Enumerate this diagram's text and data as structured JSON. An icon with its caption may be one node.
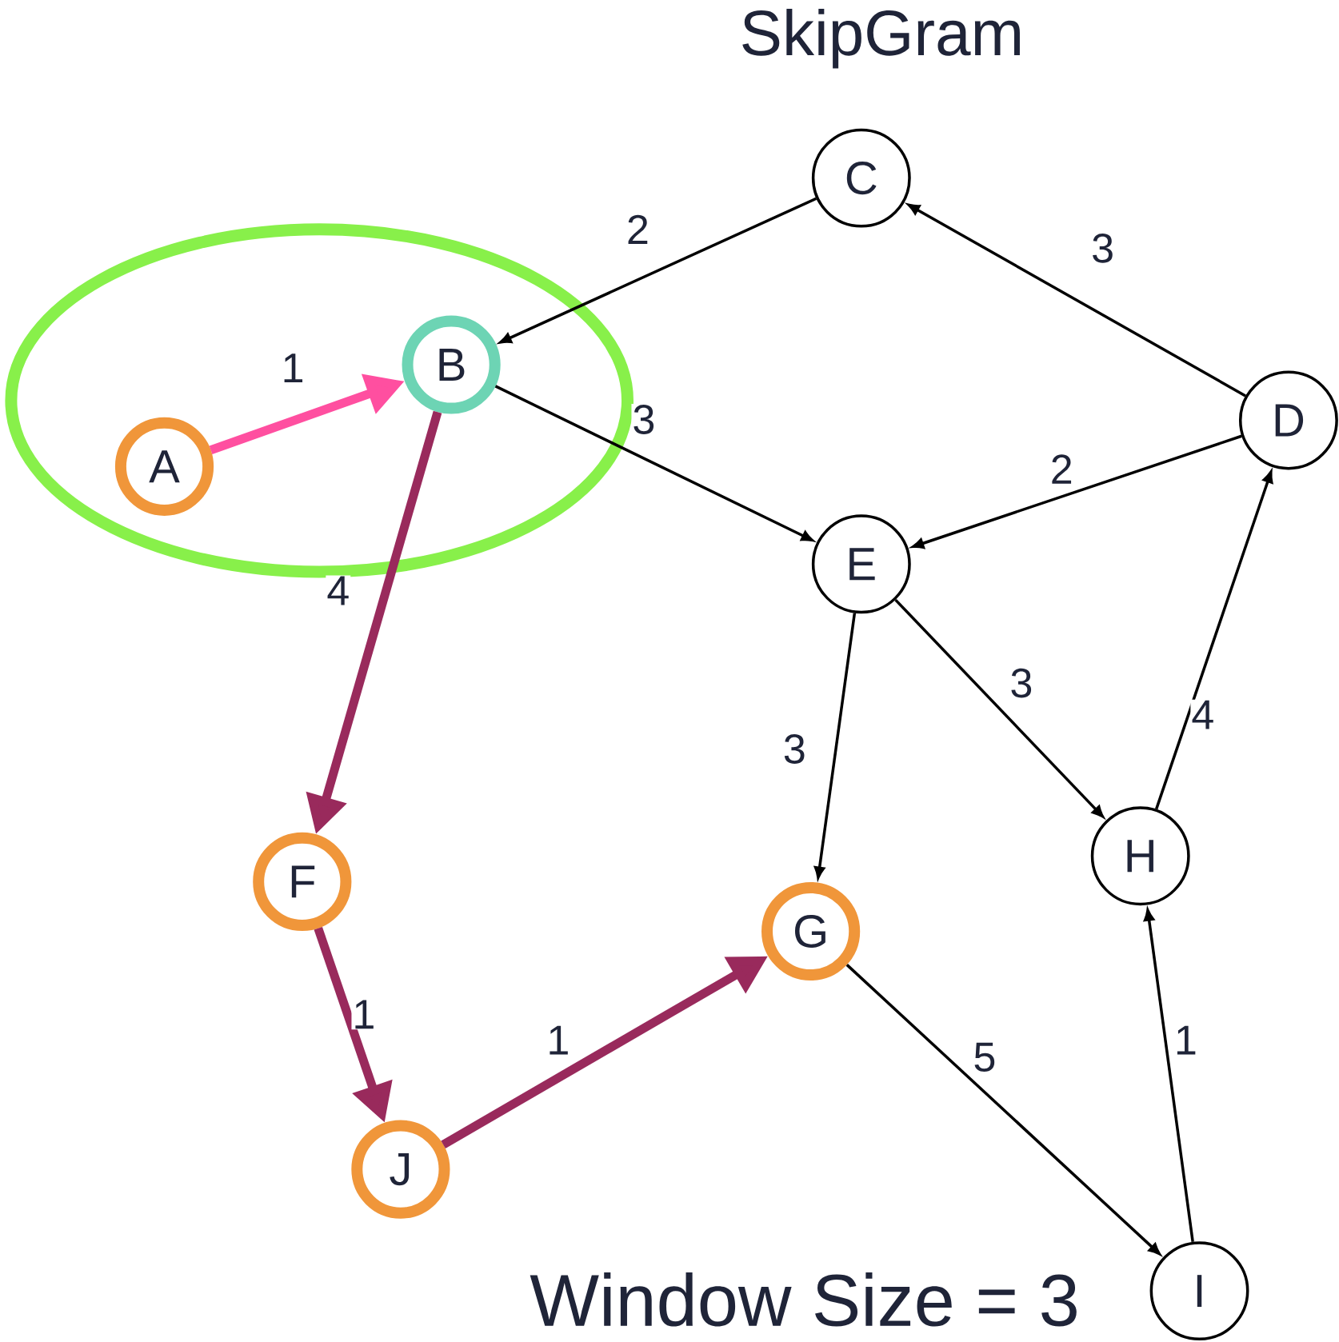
{
  "diagram": {
    "title": "SkipGram",
    "nodes": [
      {
        "text": [
          "A"
        ]
      },
      {
        "text": [
          "B"
        ]
      },
      {
        "text": [
          "C"
        ]
      },
      {
        "text": [
          "D"
        ]
      },
      {
        "text": [
          "E"
        ]
      },
      {
        "text": [
          "F"
        ]
      },
      {
        "text": [
          "G"
        ]
      },
      {
        "text": [
          "H"
        ]
      },
      {
        "text": [
          "I"
        ]
      },
      {
        "text": [
          "J"
        ]
      }
    ],
    "edges": [
      {
        "from": 0,
        "to": 1,
        "arrow": "to",
        "label": "1",
        "style": "thick",
        "color": "#ff4fa0"
      },
      {
        "from": 1,
        "to": 5,
        "arrow": "to",
        "label": "4",
        "style": "thick",
        "color": "#992a5c"
      },
      {
        "from": 5,
        "to": 9,
        "arrow": "to",
        "label": "1",
        "style": "thick",
        "color": "#992a5c"
      },
      {
        "from": 9,
        "to": 6,
        "arrow": "to",
        "label": "1",
        "style": "thick",
        "color": "#992a5c"
      },
      {
        "from": 2,
        "to": 1,
        "arrow": "to",
        "label": "2"
      },
      {
        "from": 3,
        "to": 2,
        "arrow": "to",
        "label": "3"
      },
      {
        "from": 1,
        "to": 4,
        "arrow": "to",
        "label": "3"
      },
      {
        "from": 3,
        "to": 4,
        "arrow": "to",
        "label": "2"
      },
      {
        "from": 4,
        "to": 6,
        "arrow": "to",
        "label": "3"
      },
      {
        "from": 4,
        "to": 7,
        "arrow": "to",
        "label": "3"
      },
      {
        "from": 7,
        "to": 3,
        "arrow": "to",
        "label": "4"
      },
      {
        "from": 6,
        "to": 8,
        "arrow": "to",
        "label": "5"
      },
      {
        "from": 8,
        "to": 7,
        "arrow": "to",
        "label": "1"
      }
    ],
    "labels": [
      "Window Size = 3"
    ]
  }
}
